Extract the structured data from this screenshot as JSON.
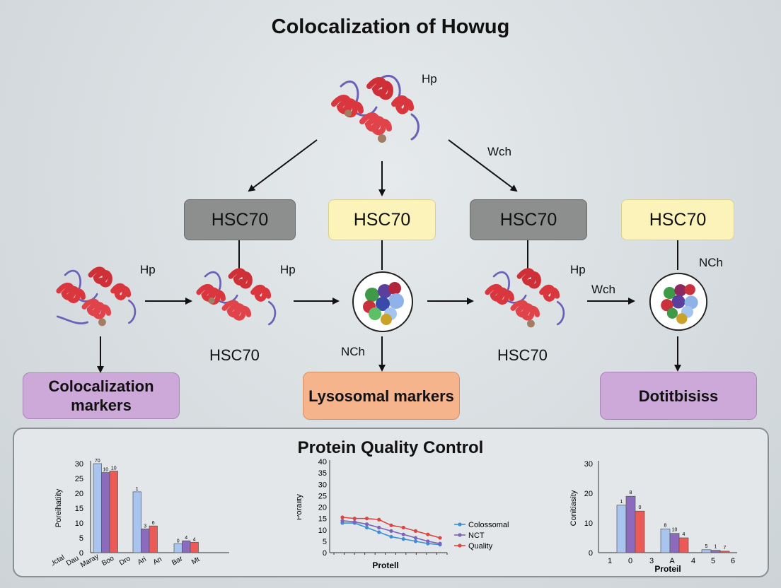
{
  "title": "Colocalization of Howug",
  "labels": {
    "hp_top": "Hp",
    "hp_left": "Hp",
    "hp_mid": "Hp",
    "hp_right": "Hp",
    "wch_top": "Wch",
    "wch_right": "Wch",
    "hsc70_mid": "HSC70",
    "hsc70_right": "HSC70",
    "nch_mid": "NCh",
    "nch_right": "NCh"
  },
  "boxes": [
    "HSC70",
    "HSC70",
    "HSC70",
    "HSC70"
  ],
  "markers": {
    "colocalization": "Colocalization markers",
    "lysosomal": "Lysosomal markers",
    "dotitbisiss": "Dotitbisiss"
  },
  "panel_title": "Protein Quality Control",
  "colors": {
    "blue": "#a9c5ef",
    "purple": "#8c6bbd",
    "red": "#ec5a58",
    "gray_box": "#8d8e8e",
    "yellow_box": "#fbf3b9",
    "purple_marker": "#cda9d9",
    "orange_marker": "#f6b48c",
    "helix": "#d9363e"
  },
  "chart_data": [
    {
      "type": "bar",
      "ylabel": "Poreihatiity",
      "ylim": [
        0,
        30
      ],
      "yticks": [
        "0",
        "5",
        "10",
        "15",
        "20",
        "25",
        "30"
      ],
      "categories": [
        "Uctal",
        "Dau",
        "Maray",
        "Boo",
        "Dro",
        "Ari",
        "An",
        "Bar",
        "Mt"
      ],
      "groups": [
        {
          "values": [
            30,
            27,
            27.5
          ],
          "labels": [
            "70",
            "10",
            "10"
          ]
        },
        {
          "values": [
            20.5,
            8,
            9
          ],
          "labels": [
            "1",
            "3",
            "6"
          ]
        },
        {
          "values": [
            3,
            4,
            3.5
          ],
          "labels": [
            "0",
            "4",
            "4"
          ]
        }
      ]
    },
    {
      "type": "line",
      "ylabel": "Porality",
      "xlabel": "Protell",
      "ylim": [
        0,
        40
      ],
      "yticks": [
        "0",
        "5",
        "10",
        "15",
        "20",
        "25",
        "30",
        "35",
        "40"
      ],
      "series": [
        {
          "name": "Colossomal",
          "values": [
            13,
            13,
            11,
            9,
            7,
            6,
            5,
            4,
            3.5
          ]
        },
        {
          "name": "NCT",
          "values": [
            14,
            13.5,
            12.5,
            11,
            9.5,
            8,
            6.5,
            5,
            4
          ]
        },
        {
          "name": "Quality",
          "values": [
            15.5,
            15,
            15,
            14.5,
            12,
            11,
            9.5,
            8,
            6.5
          ]
        }
      ]
    },
    {
      "type": "bar",
      "ylabel": "Conitiasity",
      "xlabel": "Proteil",
      "ylim": [
        0,
        30
      ],
      "yticks": [
        "0",
        "10",
        "20",
        "30"
      ],
      "xticks": [
        "1",
        "0",
        "3",
        "A",
        "4",
        "5",
        "6"
      ],
      "groups": [
        {
          "values": [
            16,
            19,
            14
          ],
          "labels": [
            "1",
            "8",
            "0"
          ]
        },
        {
          "values": [
            8,
            6.5,
            5
          ],
          "labels": [
            "8",
            "10",
            "4"
          ]
        },
        {
          "values": [
            1,
            0.8,
            0.5
          ],
          "labels": [
            "5",
            "1",
            "7"
          ]
        }
      ]
    }
  ]
}
